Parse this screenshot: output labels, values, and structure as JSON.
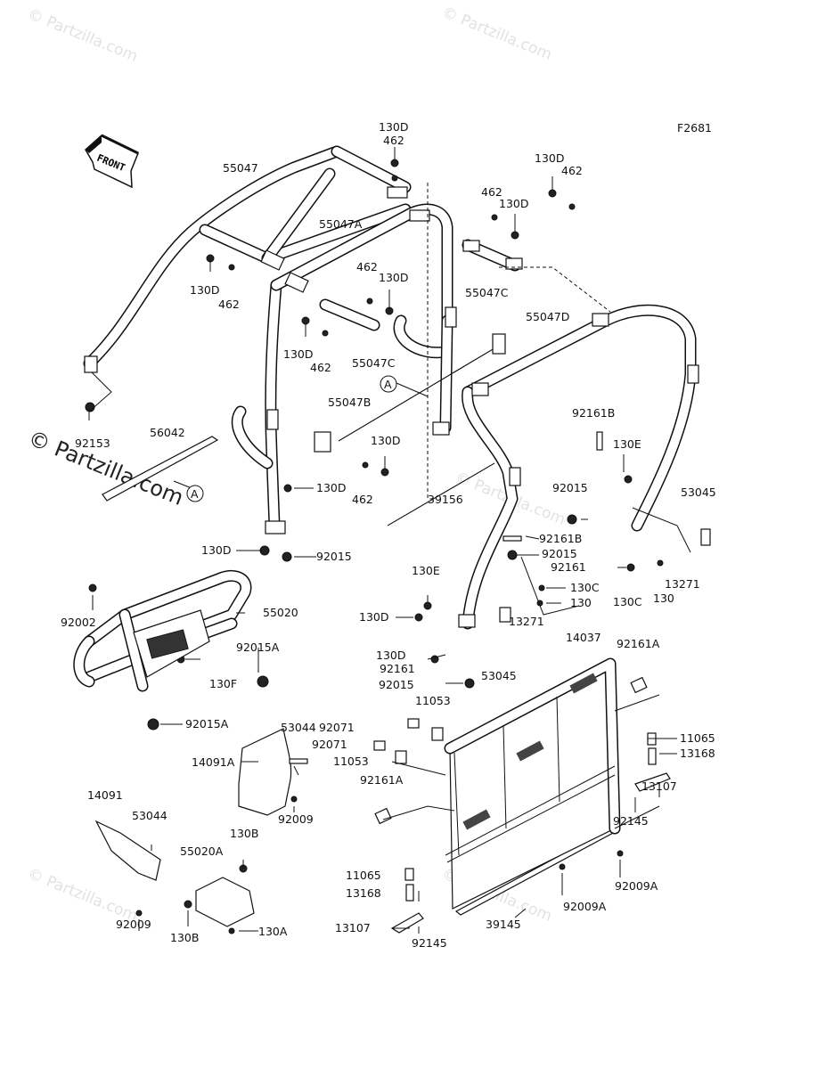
{
  "diagram_code": "F2681",
  "front_label": "FRONT",
  "watermarks": {
    "small": "© Partzilla.com",
    "large": "© Partzilla.com"
  },
  "ref_marker": "A",
  "parts": [
    {
      "id": "p130D_a",
      "text": "130D"
    },
    {
      "id": "p462_a",
      "text": "462"
    },
    {
      "id": "p130D_b",
      "text": "130D"
    },
    {
      "id": "p462_b",
      "text": "462"
    },
    {
      "id": "p462_c",
      "text": "462"
    },
    {
      "id": "p130D_c",
      "text": "130D"
    },
    {
      "id": "p55047",
      "text": "55047"
    },
    {
      "id": "p55047A",
      "text": "55047A"
    },
    {
      "id": "p130D_d",
      "text": "130D"
    },
    {
      "id": "p462_d",
      "text": "462"
    },
    {
      "id": "p462_e",
      "text": "462"
    },
    {
      "id": "p130D_e",
      "text": "130D"
    },
    {
      "id": "p55047C_a",
      "text": "55047C"
    },
    {
      "id": "p55047D",
      "text": "55047D"
    },
    {
      "id": "p130D_f",
      "text": "130D"
    },
    {
      "id": "p462_f",
      "text": "462"
    },
    {
      "id": "p55047C_b",
      "text": "55047C"
    },
    {
      "id": "p55047B",
      "text": "55047B"
    },
    {
      "id": "p92153",
      "text": "92153"
    },
    {
      "id": "p56042",
      "text": "56042"
    },
    {
      "id": "p130D_g",
      "text": "130D"
    },
    {
      "id": "p462_g",
      "text": "462"
    },
    {
      "id": "p130D_h",
      "text": "130D"
    },
    {
      "id": "p92161B_a",
      "text": "92161B"
    },
    {
      "id": "p130E_a",
      "text": "130E"
    },
    {
      "id": "p92015_a",
      "text": "92015"
    },
    {
      "id": "p53045_a",
      "text": "53045"
    },
    {
      "id": "p39156",
      "text": "39156"
    },
    {
      "id": "p130D_i",
      "text": "130D"
    },
    {
      "id": "p92015_b",
      "text": "92015"
    },
    {
      "id": "p92161B_b",
      "text": "92161B"
    },
    {
      "id": "p92015_c",
      "text": "92015"
    },
    {
      "id": "p92161_a",
      "text": "92161"
    },
    {
      "id": "p13271_a",
      "text": "13271"
    },
    {
      "id": "p130C_a",
      "text": "130C"
    },
    {
      "id": "p130_a",
      "text": "130"
    },
    {
      "id": "p130E_b",
      "text": "130E"
    },
    {
      "id": "p130C_b",
      "text": "130C"
    },
    {
      "id": "p130_b",
      "text": "130"
    },
    {
      "id": "p92002",
      "text": "92002"
    },
    {
      "id": "p55020",
      "text": "55020"
    },
    {
      "id": "p130D_j",
      "text": "130D"
    },
    {
      "id": "p13271_b",
      "text": "13271"
    },
    {
      "id": "p92015A_a",
      "text": "92015A"
    },
    {
      "id": "p130D_k",
      "text": "130D"
    },
    {
      "id": "p14037",
      "text": "14037"
    },
    {
      "id": "p92161A_a",
      "text": "92161A"
    },
    {
      "id": "p92161_b",
      "text": "92161"
    },
    {
      "id": "p53045_b",
      "text": "53045"
    },
    {
      "id": "p130F",
      "text": "130F"
    },
    {
      "id": "p92015_d",
      "text": "92015"
    },
    {
      "id": "p11053_a",
      "text": "11053"
    },
    {
      "id": "p92015A_b",
      "text": "92015A"
    },
    {
      "id": "p53044_a",
      "text": "53044"
    },
    {
      "id": "p92071_a",
      "text": "92071"
    },
    {
      "id": "p11065_a",
      "text": "11065"
    },
    {
      "id": "p92071_b",
      "text": "92071"
    },
    {
      "id": "p13168_a",
      "text": "13168"
    },
    {
      "id": "p14091A",
      "text": "14091A"
    },
    {
      "id": "p11053_b",
      "text": "11053"
    },
    {
      "id": "p92161A_b",
      "text": "92161A"
    },
    {
      "id": "p13107_a",
      "text": "13107"
    },
    {
      "id": "p14091",
      "text": "14091"
    },
    {
      "id": "p92009_a",
      "text": "92009"
    },
    {
      "id": "p92145_a",
      "text": "92145"
    },
    {
      "id": "p53044_b",
      "text": "53044"
    },
    {
      "id": "p130B_a",
      "text": "130B"
    },
    {
      "id": "p55020A",
      "text": "55020A"
    },
    {
      "id": "p92009A_a",
      "text": "92009A"
    },
    {
      "id": "p11065_b",
      "text": "11065"
    },
    {
      "id": "p92009A_b",
      "text": "92009A"
    },
    {
      "id": "p13168_b",
      "text": "13168"
    },
    {
      "id": "p92009_b",
      "text": "92009"
    },
    {
      "id": "p39145",
      "text": "39145"
    },
    {
      "id": "p13107_b",
      "text": "13107"
    },
    {
      "id": "p92145_b",
      "text": "92145"
    },
    {
      "id": "p130B_b",
      "text": "130B"
    },
    {
      "id": "p130A",
      "text": "130A"
    }
  ]
}
